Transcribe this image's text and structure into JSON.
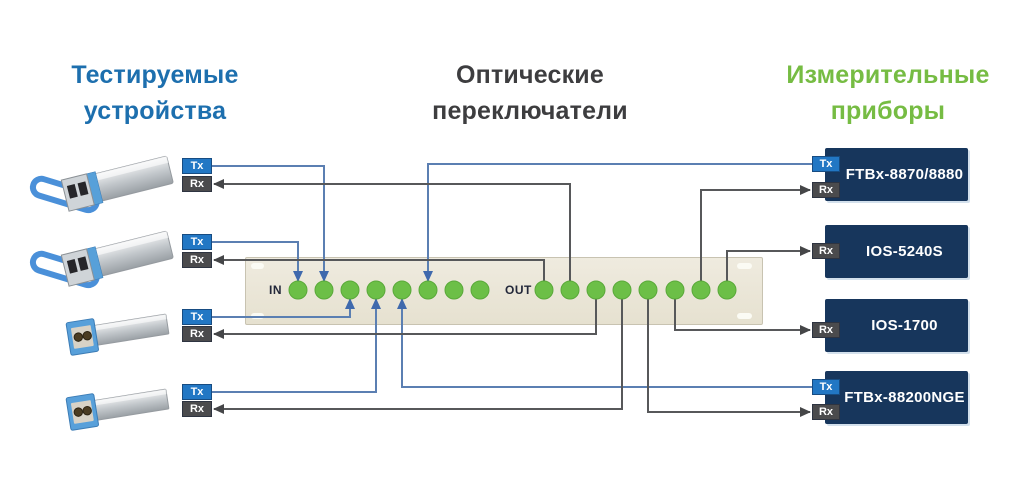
{
  "titles": {
    "left": [
      "Тестируемые",
      "устройства"
    ],
    "center": [
      "Оптические",
      "переключатели"
    ],
    "right": [
      "Измерительные",
      "приборы"
    ]
  },
  "panel": {
    "in_label": "IN",
    "out_label": "OUT",
    "in_port_count": 8,
    "out_port_count": 8
  },
  "devices": [
    {
      "tx": "Tx",
      "rx": "Rx"
    },
    {
      "tx": "Tx",
      "rx": "Rx"
    },
    {
      "tx": "Tx",
      "rx": "Rx"
    },
    {
      "tx": "Tx",
      "rx": "Rx"
    }
  ],
  "instruments": [
    {
      "name": "FTBx-8870/8880",
      "tx": "Tx",
      "rx": "Rx"
    },
    {
      "name": "IOS-5240S",
      "rx": "Rx"
    },
    {
      "name": "IOS-1700",
      "rx": "Rx"
    },
    {
      "name": "FTBx-88200NGE",
      "tx": "Tx",
      "rx": "Rx"
    }
  ],
  "connections": [
    {
      "from": "device1.tx",
      "to": "in.2",
      "type": "tx"
    },
    {
      "from": "device2.tx",
      "to": "in.1",
      "type": "tx"
    },
    {
      "from": "device3.tx",
      "to": "in.3",
      "type": "tx"
    },
    {
      "from": "device4.tx",
      "to": "in.4",
      "type": "tx"
    },
    {
      "from": "instrument4.tx",
      "to": "in.5",
      "type": "tx"
    },
    {
      "from": "instrument1.tx",
      "to": "in.6",
      "type": "tx"
    },
    {
      "from": "out.1",
      "to": "device2.rx",
      "type": "rx"
    },
    {
      "from": "out.2",
      "to": "device1.rx",
      "type": "rx"
    },
    {
      "from": "out.3",
      "to": "device3.rx",
      "type": "rx"
    },
    {
      "from": "out.4",
      "to": "device4.rx",
      "type": "rx"
    },
    {
      "from": "out.5",
      "to": "instrument4.rx",
      "type": "rx"
    },
    {
      "from": "out.6",
      "to": "instrument3.rx",
      "type": "rx"
    },
    {
      "from": "out.7",
      "to": "instrument1.rx",
      "type": "rx"
    },
    {
      "from": "out.8",
      "to": "instrument2.rx",
      "type": "rx"
    }
  ],
  "colors": {
    "title_blue": "#1d6fae",
    "title_dark": "#3d3d3f",
    "title_green": "#76bc43",
    "line_blue": "#5b7fb2",
    "line_gray": "#57585a",
    "arrow_blue": "#3f69ad",
    "arrow_gray": "#454648",
    "tx_label": "#2277c4",
    "rx_label": "#4b4b4d",
    "instrument_navy": "#17365c",
    "port_green": "#6cbf47",
    "panel_beige": "#e9e4d6"
  }
}
